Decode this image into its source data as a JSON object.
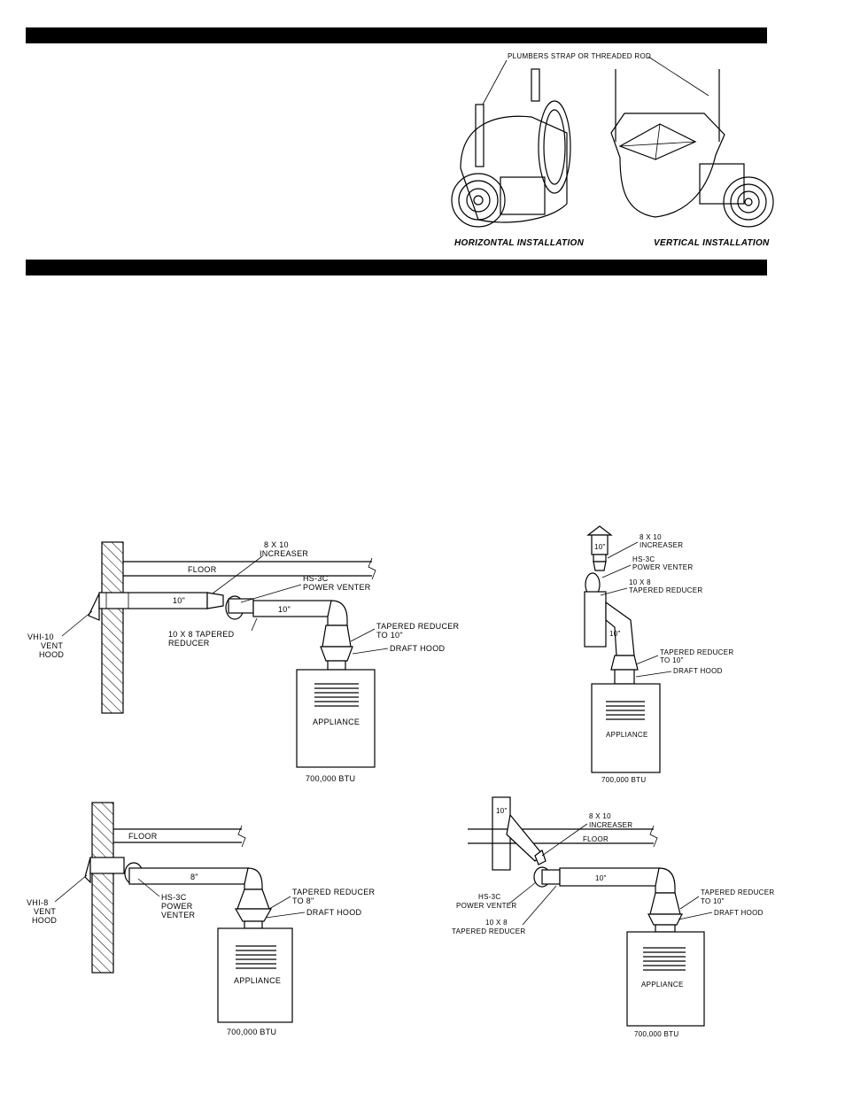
{
  "install": {
    "strap_label": "PLUMBERS STRAP OR THREADED ROD",
    "horizontal_caption": "HORIZONTAL INSTALLATION",
    "vertical_caption": "VERTICAL INSTALLATION"
  },
  "diagram1": {
    "floor": "FLOOR",
    "increaser": [
      "8 X 10",
      "INCREASER"
    ],
    "venter": [
      "HS-3C",
      "POWER VENTER"
    ],
    "pipe1": "10\"",
    "pipe2": "10\"",
    "reducer": [
      "10 X 8 TAPERED",
      "REDUCER"
    ],
    "tapered": [
      "TAPERED REDUCER",
      "TO 10\""
    ],
    "draft": "DRAFT HOOD",
    "hood": [
      "VHI-10",
      "VENT",
      "HOOD"
    ],
    "appliance": "APPLIANCE",
    "btu": "700,000 BTU"
  },
  "diagram2": {
    "cap": "10\"",
    "increaser": [
      "8 X 10",
      "INCREASER"
    ],
    "venter": [
      "HS-3C",
      "POWER VENTER"
    ],
    "reducer": [
      "10 X 8",
      "TAPERED REDUCER"
    ],
    "pipe": "10\"",
    "tapered": [
      "TAPERED REDUCER",
      "TO 10\""
    ],
    "draft": "DRAFT HOOD",
    "appliance": "APPLIANCE",
    "btu": "700,000 BTU"
  },
  "diagram3": {
    "floor": "FLOOR",
    "pipe": "8\"",
    "venter": [
      "HS-3C",
      "POWER",
      "VENTER"
    ],
    "hood": [
      "VHI-8",
      "VENT",
      "HOOD"
    ],
    "tapered": [
      "TAPERED REDUCER",
      "TO 8\""
    ],
    "draft": "DRAFT HOOD",
    "appliance": "APPLIANCE",
    "btu": "700,000 BTU"
  },
  "diagram4": {
    "floor": "FLOOR",
    "vpipe": "10\"",
    "pipe": "10\"",
    "increaser": [
      "8 X 10",
      "INCREASER"
    ],
    "venter": [
      "HS-3C",
      "POWER VENTER"
    ],
    "reducer": [
      "10 X 8",
      "TAPERED REDUCER"
    ],
    "tapered": [
      "TAPERED REDUCER",
      "TO 10\""
    ],
    "draft": "DRAFT HOOD",
    "appliance": "APPLIANCE",
    "btu": "700,000 BTU"
  }
}
